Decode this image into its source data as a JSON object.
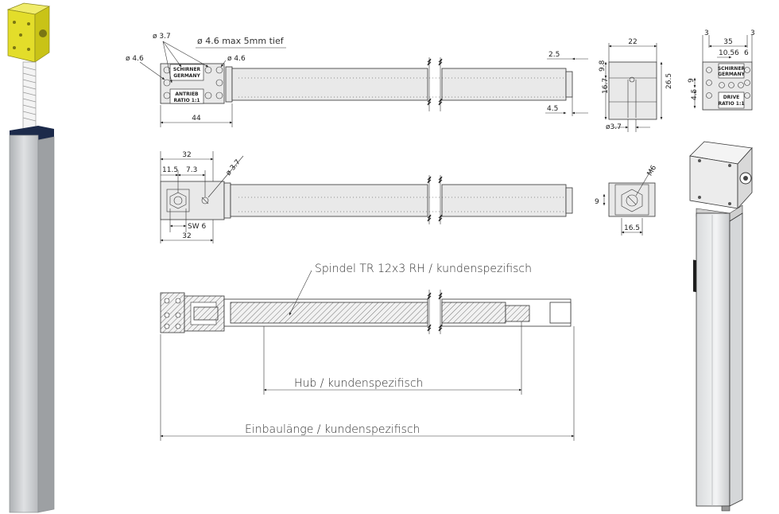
{
  "colors": {
    "yellow": "#e9e43a",
    "steel": "#c9cbcd",
    "dark": "#1c2a4a",
    "line": "#222222"
  },
  "labels": {
    "bore_note": "ø 4.6 max 5mm tief",
    "d37_a": "ø 3.7",
    "d46_a": "ø 4.6",
    "d46_b": "ø 4.6",
    "d37_b": "ø 3.7",
    "d37_c": "ø3.7",
    "m6": "M6",
    "sw6": "SW 6",
    "spindel": "Spindel TR 12x3 RH / kundenspezifisch",
    "hub": "Hub / kundenspezifisch",
    "einbau": "Einbaulänge / kundenspezifisch",
    "plate_a1": "SCHIRNER",
    "plate_a2": "GERMANY",
    "plate_a3": "ANTRIEB",
    "plate_a4": "RATIO 1:1",
    "plate_b1": "SCHIRNER",
    "plate_b2": "GERMANY",
    "plate_b3": "DRIVE",
    "plate_b4": "RATIO 1:1"
  },
  "dims": {
    "d44": "44",
    "d25": "2.5",
    "d45a": "4.5",
    "d32a": "32",
    "d115": "11.5",
    "d73": "7.3",
    "d32b": "32",
    "d22": "22",
    "d98": "9.8",
    "d167": "16.7",
    "d265": "26.5",
    "d9a": "9",
    "d165": "16.5",
    "d3a": "3",
    "d3b": "3",
    "d35": "35",
    "d105": "10.5",
    "d6a": "6",
    "d6b": "6",
    "d9b": "9",
    "d45b": "4.5"
  }
}
